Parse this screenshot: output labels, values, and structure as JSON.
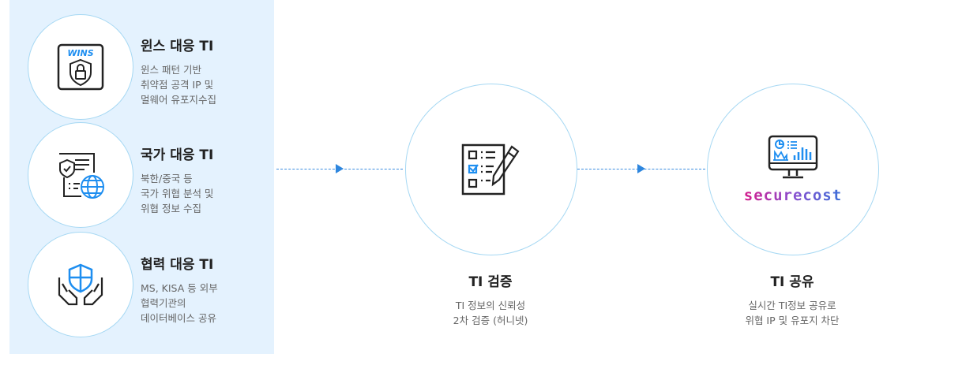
{
  "sources": [
    {
      "title": "윈스 대응 TI",
      "lines": [
        "윈스 패턴 기반",
        "취약점 공격 IP 및",
        "멀웨어 유포지수집"
      ],
      "icon_text": "WINS"
    },
    {
      "title": "국가 대응 TI",
      "lines": [
        "북한/중국 등",
        "국가 위협 분석 및",
        "위협 정보 수집"
      ]
    },
    {
      "title": "협력 대응 TI",
      "lines": [
        "MS, KISA 등 외부",
        "협력기관의",
        "데이터베이스 공유"
      ]
    }
  ],
  "verify": {
    "title": "TI 검증",
    "lines": [
      "TI 정보의 신뢰성",
      "2차 검증 (허니넷)"
    ]
  },
  "share": {
    "title": "TI 공유",
    "lines": [
      "실시간 TI정보 공유로",
      "위협 IP 및 유포지 차단"
    ],
    "logo": "securecost"
  },
  "colors": {
    "accent": "#2e86de",
    "panel": "#e4f2fe",
    "circle_border": "#a6d8f3"
  }
}
